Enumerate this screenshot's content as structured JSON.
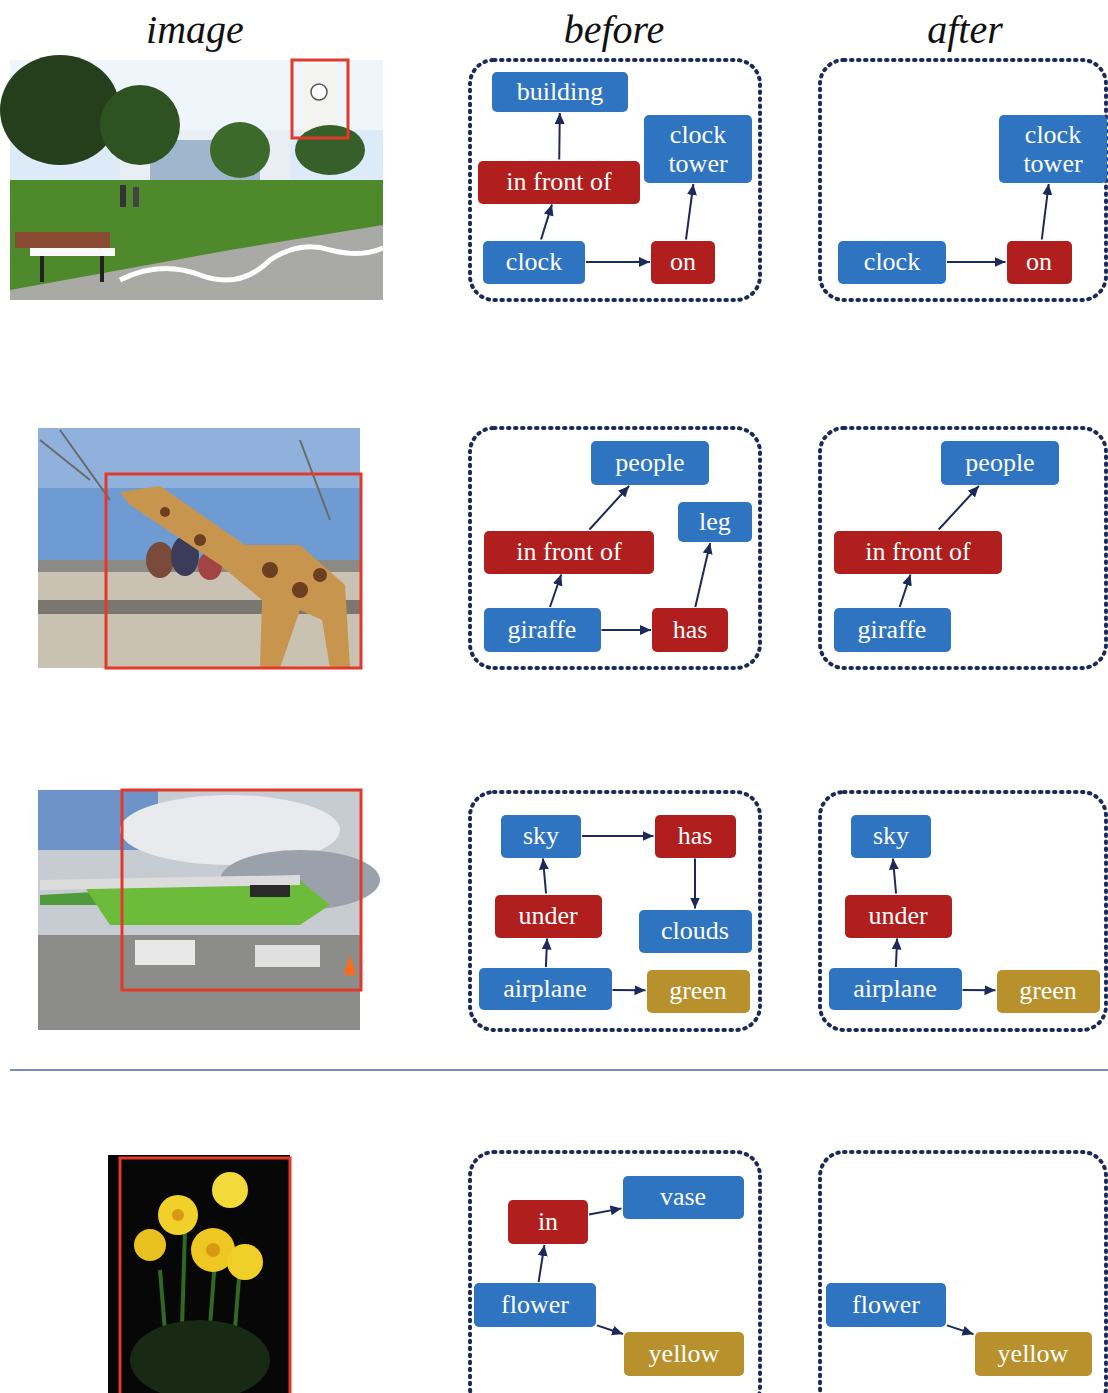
{
  "diagram": {
    "nodes": [
      {
        "text": [
          "building"
        ]
      },
      {
        "text": [
          "clock tower"
        ]
      },
      {
        "text": [
          "in front of"
        ]
      },
      {
        "text": [
          "clock"
        ]
      },
      {
        "text": [
          "on"
        ]
      },
      {
        "text": [
          "clock tower"
        ]
      },
      {
        "text": [
          "clock"
        ]
      },
      {
        "text": [
          "on"
        ]
      },
      {
        "text": [
          "people"
        ]
      },
      {
        "text": [
          "leg"
        ]
      },
      {
        "text": [
          "in front of"
        ]
      },
      {
        "text": [
          "giraffe"
        ]
      },
      {
        "text": [
          "has"
        ]
      },
      {
        "text": [
          "people"
        ]
      },
      {
        "text": [
          "in front of"
        ]
      },
      {
        "text": [
          "giraffe"
        ]
      },
      {
        "text": [
          "sky"
        ]
      },
      {
        "text": [
          "has"
        ]
      },
      {
        "text": [
          "under"
        ]
      },
      {
        "text": [
          "clouds"
        ]
      },
      {
        "text": [
          "airplane"
        ]
      },
      {
        "text": [
          "green"
        ]
      },
      {
        "text": [
          "sky"
        ]
      },
      {
        "text": [
          "under"
        ]
      },
      {
        "text": [
          "airplane"
        ]
      },
      {
        "text": [
          "green"
        ]
      },
      {
        "text": [
          "vase"
        ]
      },
      {
        "text": [
          "in"
        ]
      },
      {
        "text": [
          "flower"
        ]
      },
      {
        "text": [
          "yellow"
        ]
      },
      {
        "text": [
          "flower"
        ]
      },
      {
        "text": [
          "yellow"
        ]
      }
    ],
    "edges": [
      {
        "from": 3,
        "to": 2,
        "arrow": "to"
      },
      {
        "from": 2,
        "to": 0,
        "arrow": "to"
      },
      {
        "from": 3,
        "to": 4,
        "arrow": "to"
      },
      {
        "from": 4,
        "to": 1,
        "arrow": "to"
      },
      {
        "from": 6,
        "to": 7,
        "arrow": "to"
      },
      {
        "from": 7,
        "to": 5,
        "arrow": "to"
      },
      {
        "from": 11,
        "to": 10,
        "arrow": "to"
      },
      {
        "from": 10,
        "to": 8,
        "arrow": "to"
      },
      {
        "from": 11,
        "to": 12,
        "arrow": "to"
      },
      {
        "from": 12,
        "to": 9,
        "arrow": "to"
      },
      {
        "from": 15,
        "to": 14,
        "arrow": "to"
      },
      {
        "from": 14,
        "to": 13,
        "arrow": "to"
      },
      {
        "from": 20,
        "to": 18,
        "arrow": "to"
      },
      {
        "from": 18,
        "to": 16,
        "arrow": "to"
      },
      {
        "from": 16,
        "to": 17,
        "arrow": "to"
      },
      {
        "from": 17,
        "to": 19,
        "arrow": "to"
      },
      {
        "from": 20,
        "to": 21,
        "arrow": "to"
      },
      {
        "from": 24,
        "to": 23,
        "arrow": "to"
      },
      {
        "from": 23,
        "to": 22,
        "arrow": "to"
      },
      {
        "from": 24,
        "to": 25,
        "arrow": "to"
      },
      {
        "from": 28,
        "to": 27,
        "arrow": "to"
      },
      {
        "from": 27,
        "to": 26,
        "arrow": "to"
      },
      {
        "from": 28,
        "to": 29,
        "arrow": "to"
      },
      {
        "from": 30,
        "to": 31,
        "arrow": "to"
      }
    ],
    "labels": [
      "image",
      "before",
      "after"
    ]
  }
}
